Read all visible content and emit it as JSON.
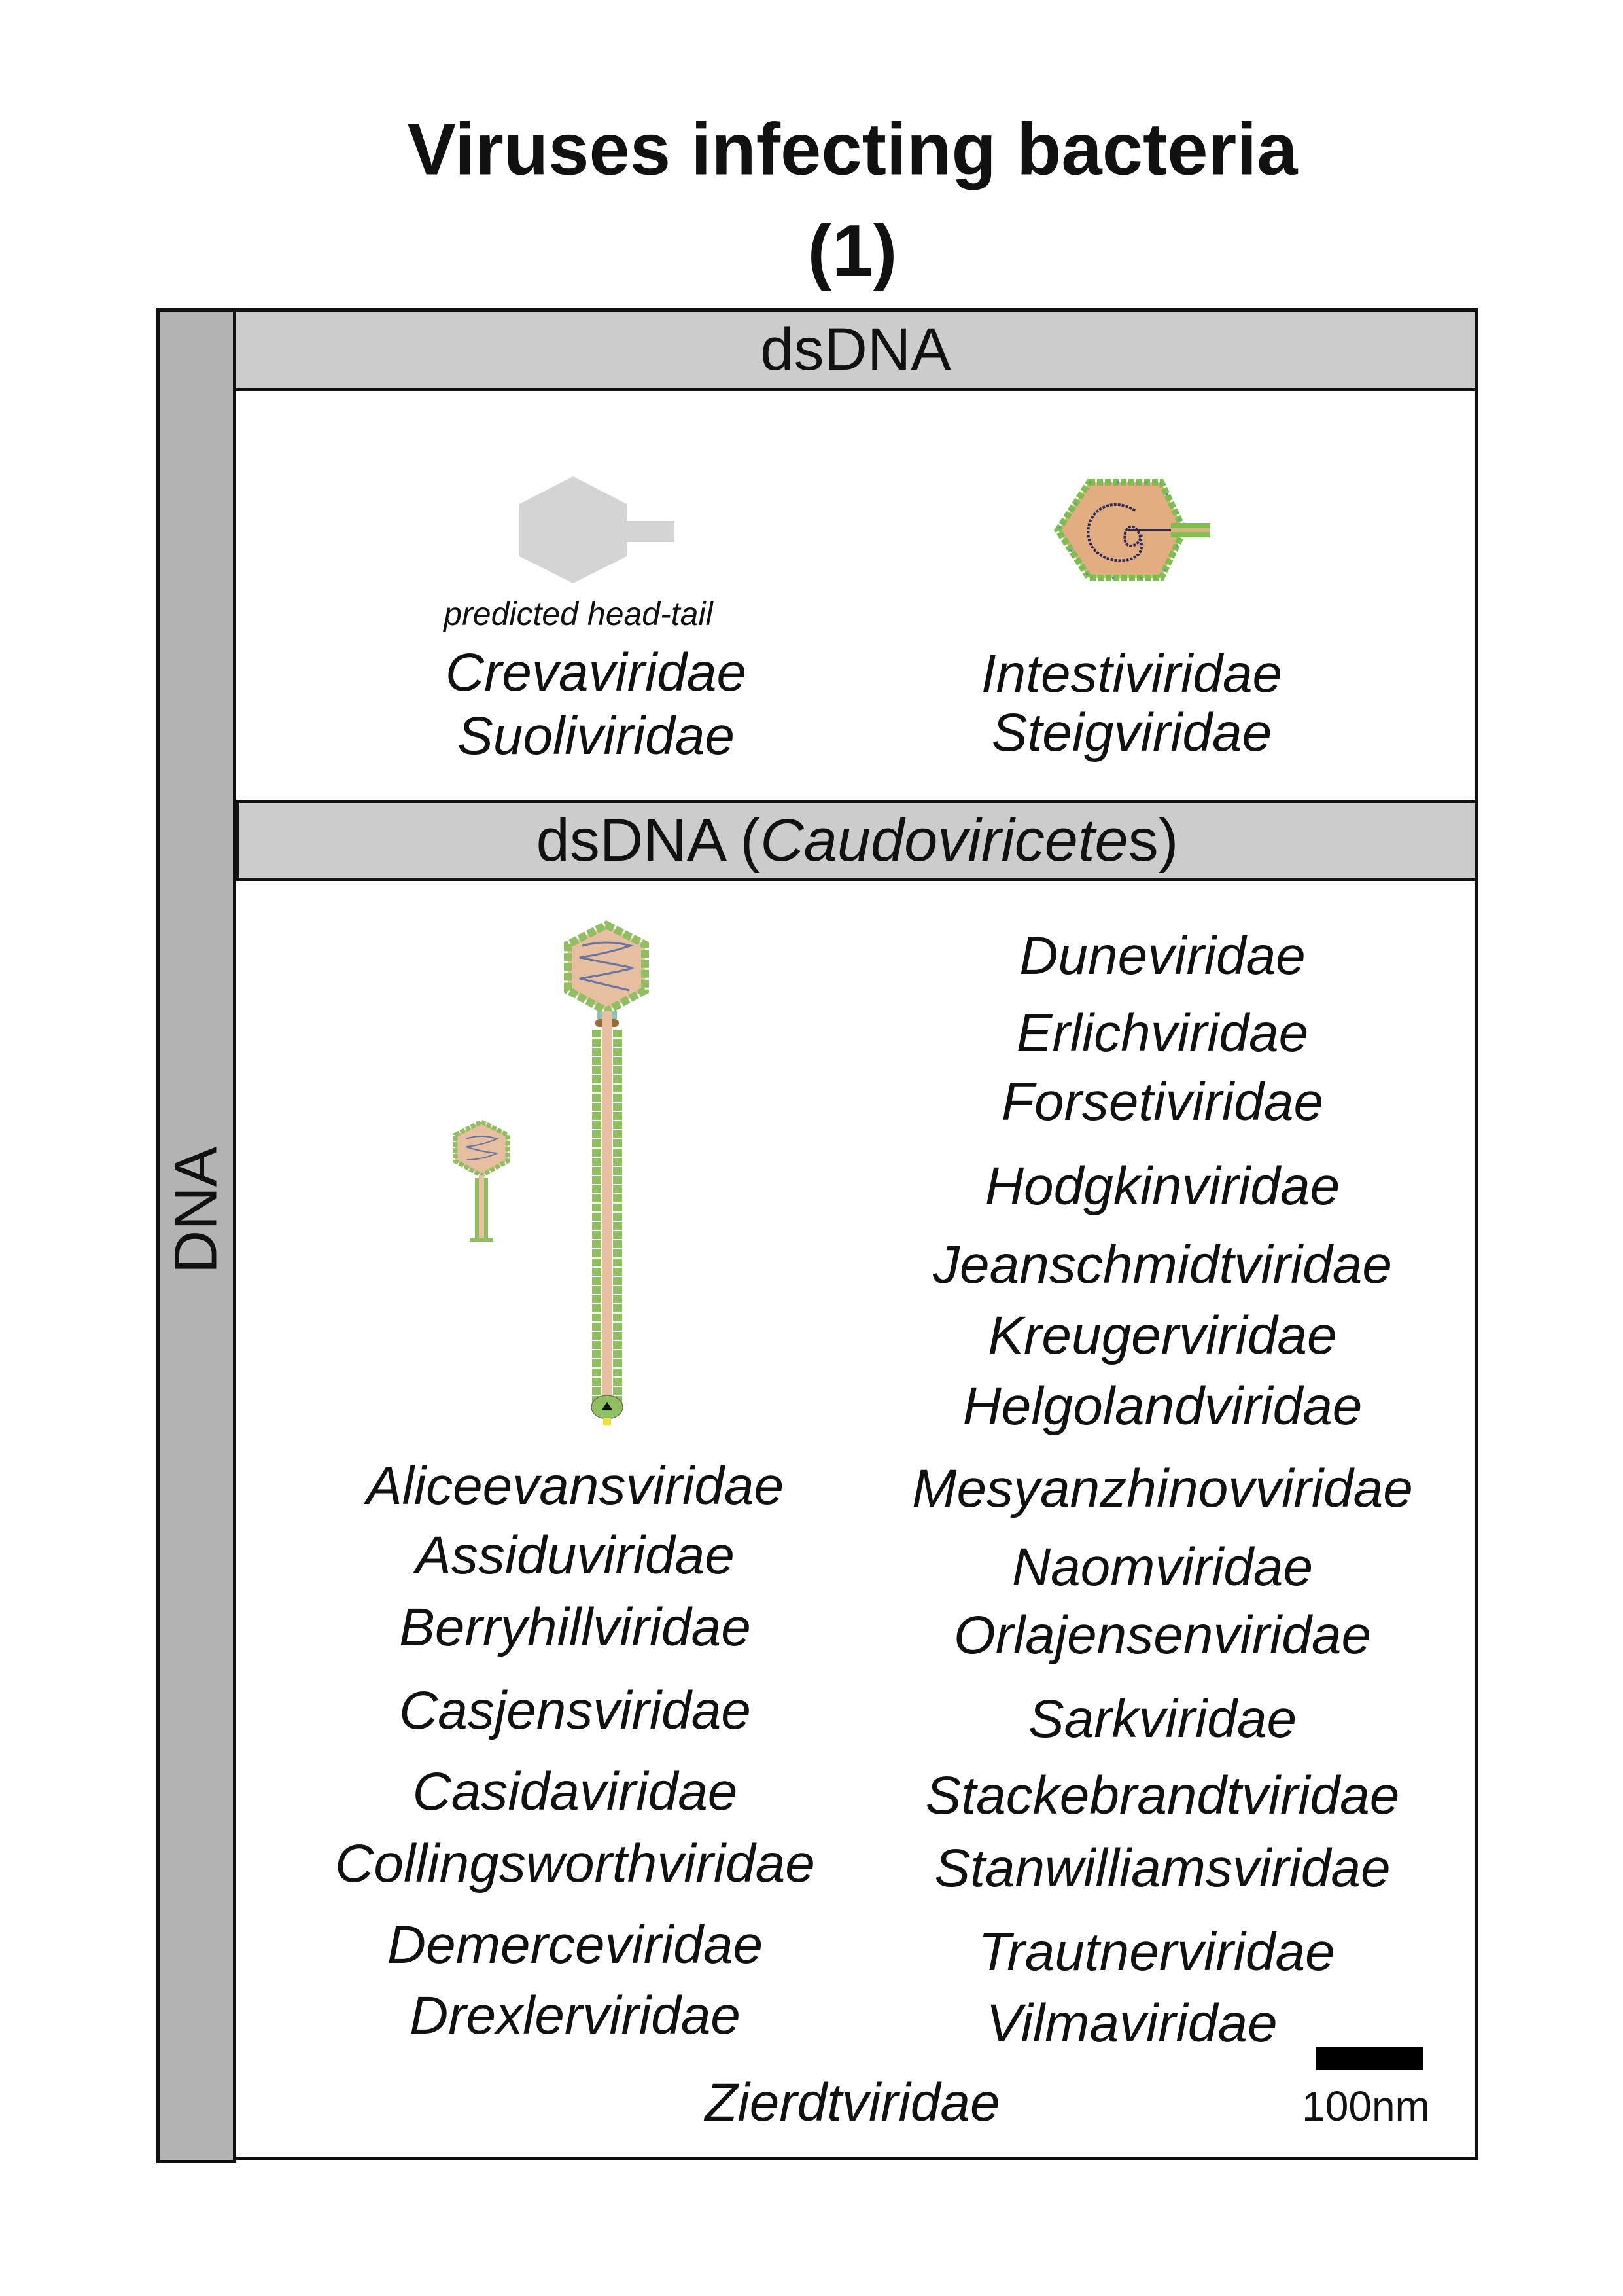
{
  "title": {
    "line1": "Viruses infecting bacteria",
    "line2": "(1)"
  },
  "sidebar": {
    "label": "DNA"
  },
  "section1": {
    "header": "dsDNA",
    "left": {
      "note": "predicted head-tail",
      "families": [
        "Crevaviridae",
        "Suoliviridae"
      ]
    },
    "right": {
      "families": [
        "Intestiviridae",
        "Steigviridae"
      ]
    }
  },
  "section2": {
    "header_prefix": "dsDNA (",
    "header_italic": "Caudoviricete",
    "header_suffix": "s)",
    "left_families": [
      "Aliceevansviridae",
      "Assiduviridae",
      "Berryhillviridae",
      "Casjensviridae",
      "Casidaviridae",
      "Collingsworthviridae",
      "Demerceviridae",
      "Drexlerviridae"
    ],
    "right_families": [
      "Duneviridae",
      "Erlichviridae",
      "Forsetiviridae",
      "Hodgkinviridae",
      "Jeanschmidtviridae",
      "Kreugerviridae",
      "Helgolandviridae",
      "Mesyanzhinovviridae",
      "Naomviridae",
      "Orlajensenviridae",
      "Sarkviridae",
      "Stackebrandtviridae",
      "Stanwilliamsviridae",
      "Trautnerviridae",
      "Vilmaviridae"
    ],
    "bottom_family": "Zierdtviridae"
  },
  "scale_bar": {
    "label": "100nm"
  },
  "colors": {
    "header_bg": "#cccccc",
    "sidebar_bg": "#b3b3b3",
    "capsid": "#e3b38a",
    "protein": "#8fbf60"
  }
}
